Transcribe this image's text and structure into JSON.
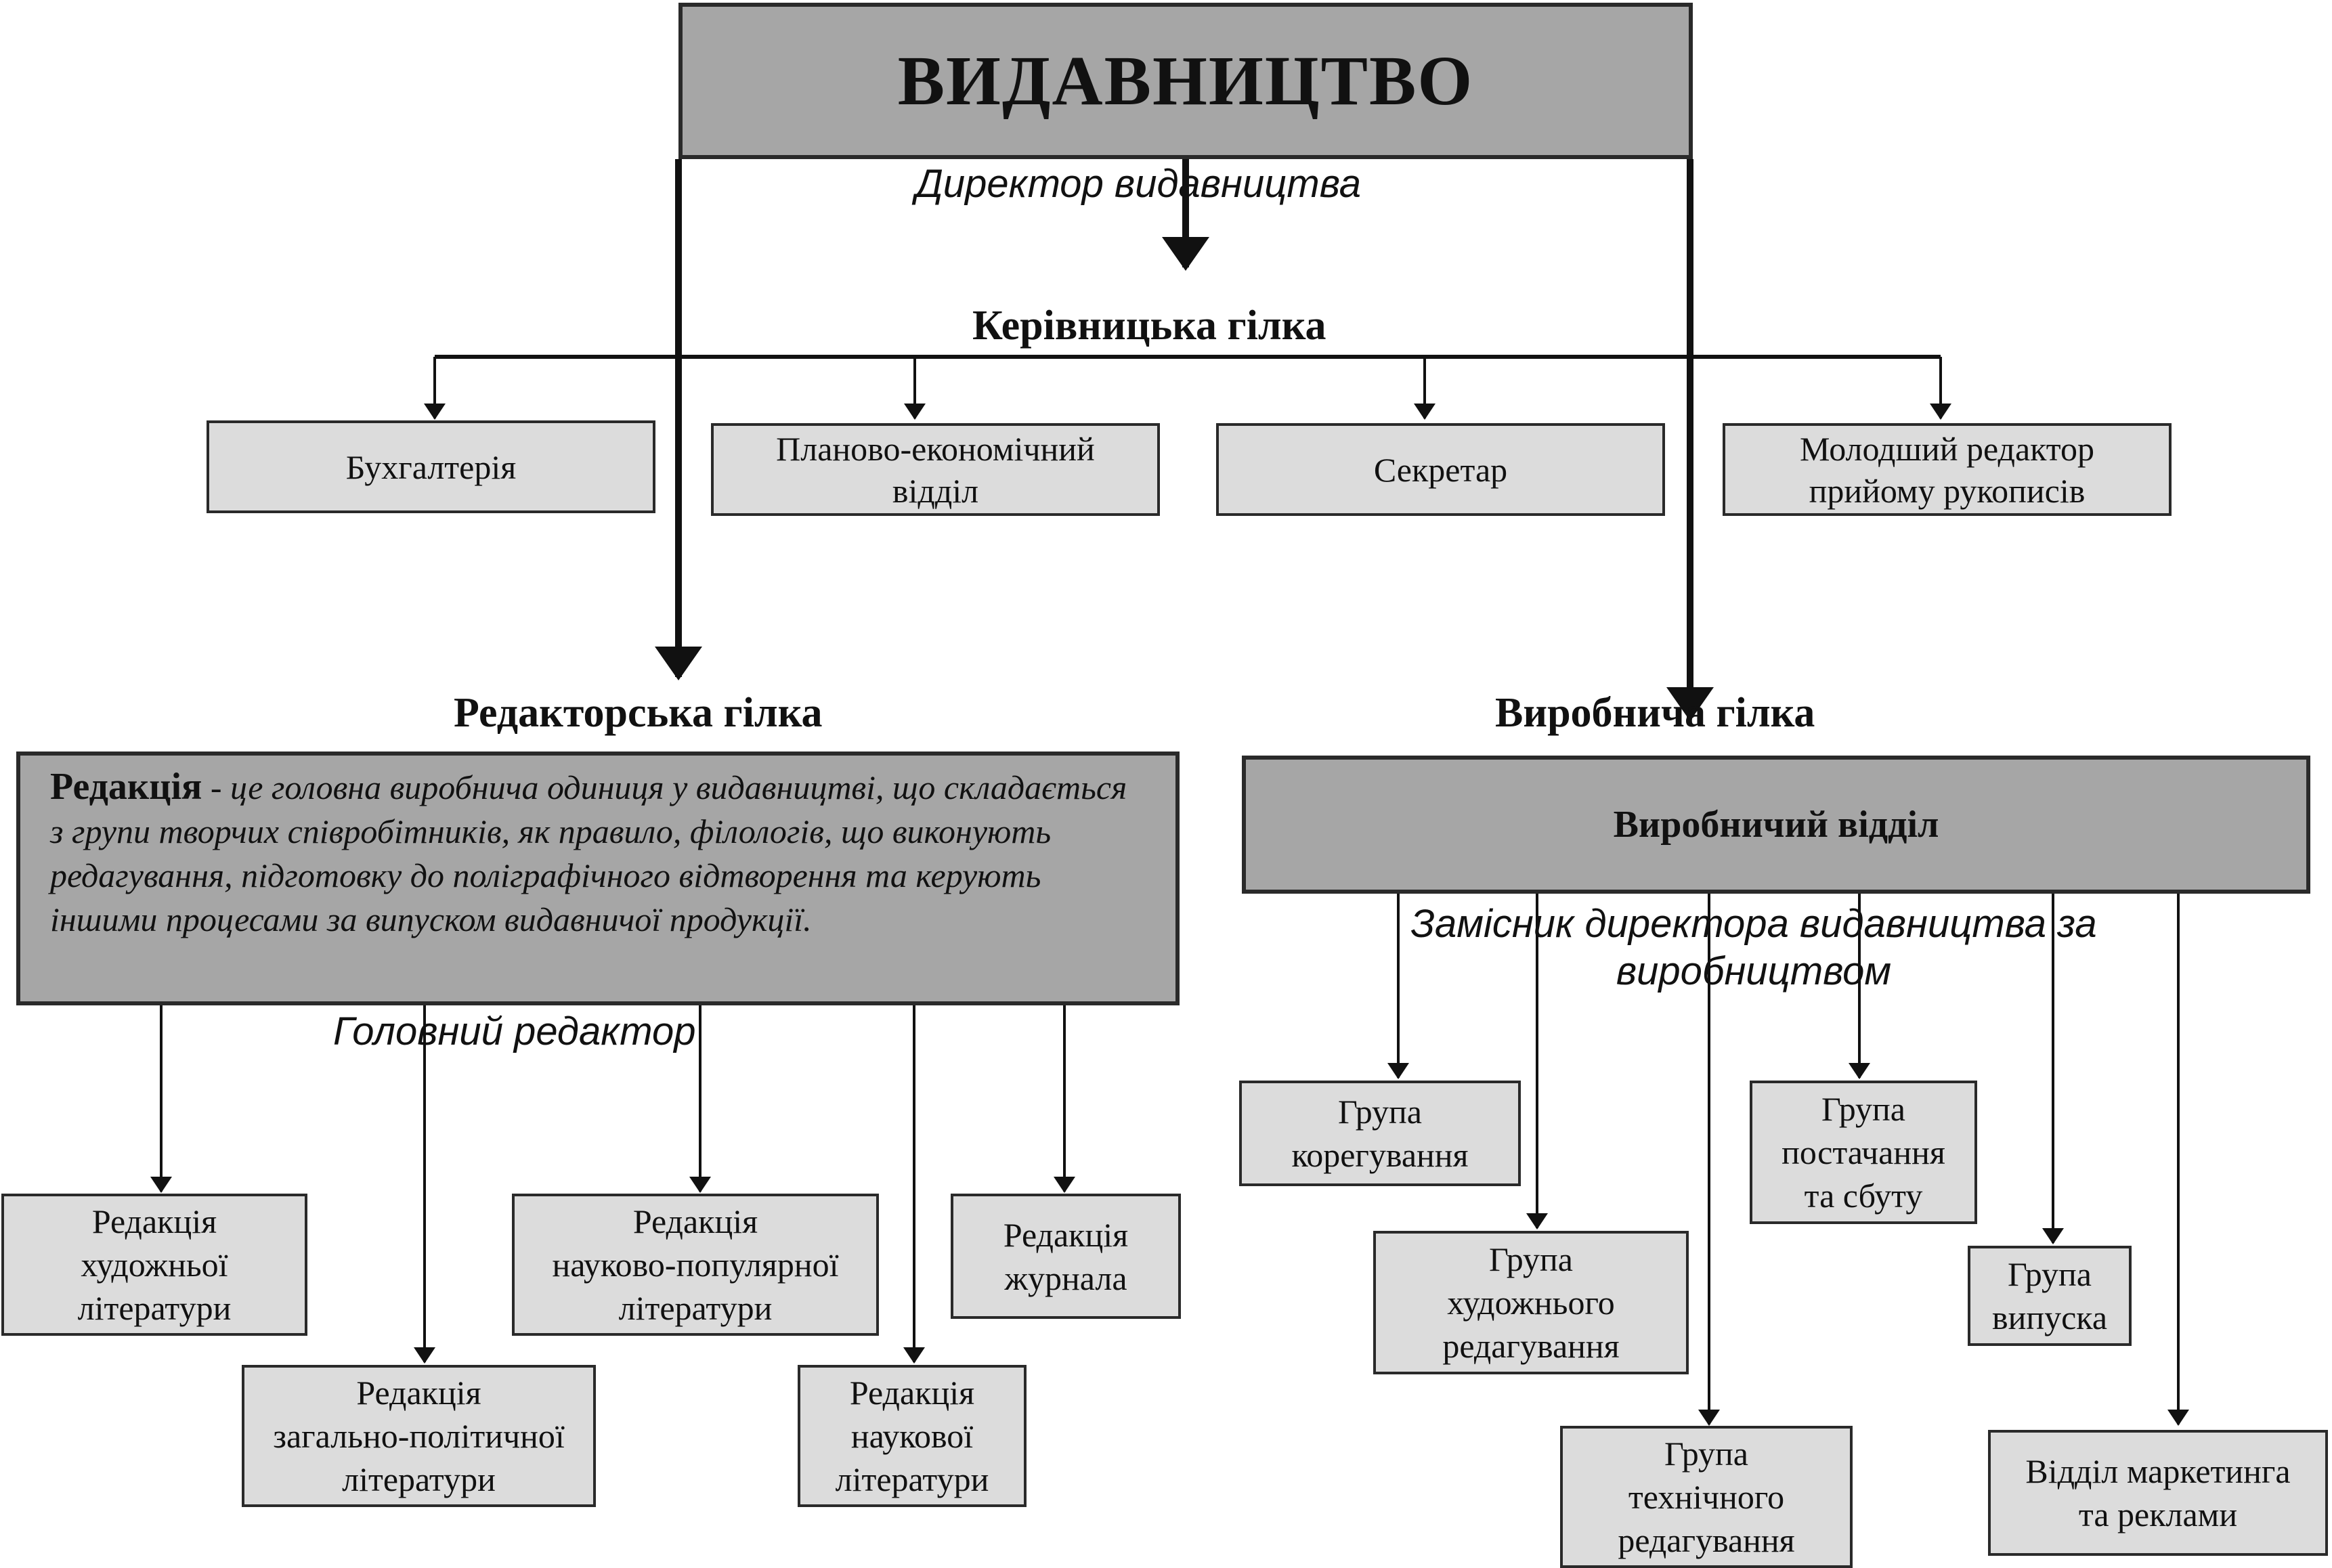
{
  "top": {
    "title": "ВИДАВНИЦТВО",
    "director": "Директор видавництва"
  },
  "management": {
    "title": "Керівницька гілка",
    "units": [
      "Бухгалтерія",
      "Планово-економічний\nвідділ",
      "Секретар",
      "Молодший редактор\nприйому рукописів"
    ]
  },
  "editorial": {
    "title": "Редакторська гілка",
    "definition_term": "Редакція",
    "definition_dash": " - ",
    "definition_text": "це головна виробнича одиниця у видавництві, що складається з групи творчих співробітників, як правило, філологів, що виконують редагування, підготовку до поліграфічного відтворення та керують іншими процесами за випуском видавничої продукції.",
    "head": "Головний редактор",
    "units": [
      "Редакція\nхудожньої\nлітератури",
      "Редакція\nзагально-політичної\nлітератури",
      "Редакція\nнауково-популярної\nлітератури",
      "Редакція\nнаукової\nлітератури",
      "Редакція\nжурнала"
    ]
  },
  "production": {
    "title": "Виробнича гілка",
    "dept": "Виробничий відділ",
    "head": "Замісник директора видавництва за\nвиробництвом",
    "units": [
      "Група\nкорегування",
      "Група\nхудожнього\nредагування",
      "Група\nтехнічного\nредагування",
      "Група\nпостачання\nта сбуту",
      "Група\nвипуска",
      "Відділ маркетинга\nта реклами"
    ]
  }
}
